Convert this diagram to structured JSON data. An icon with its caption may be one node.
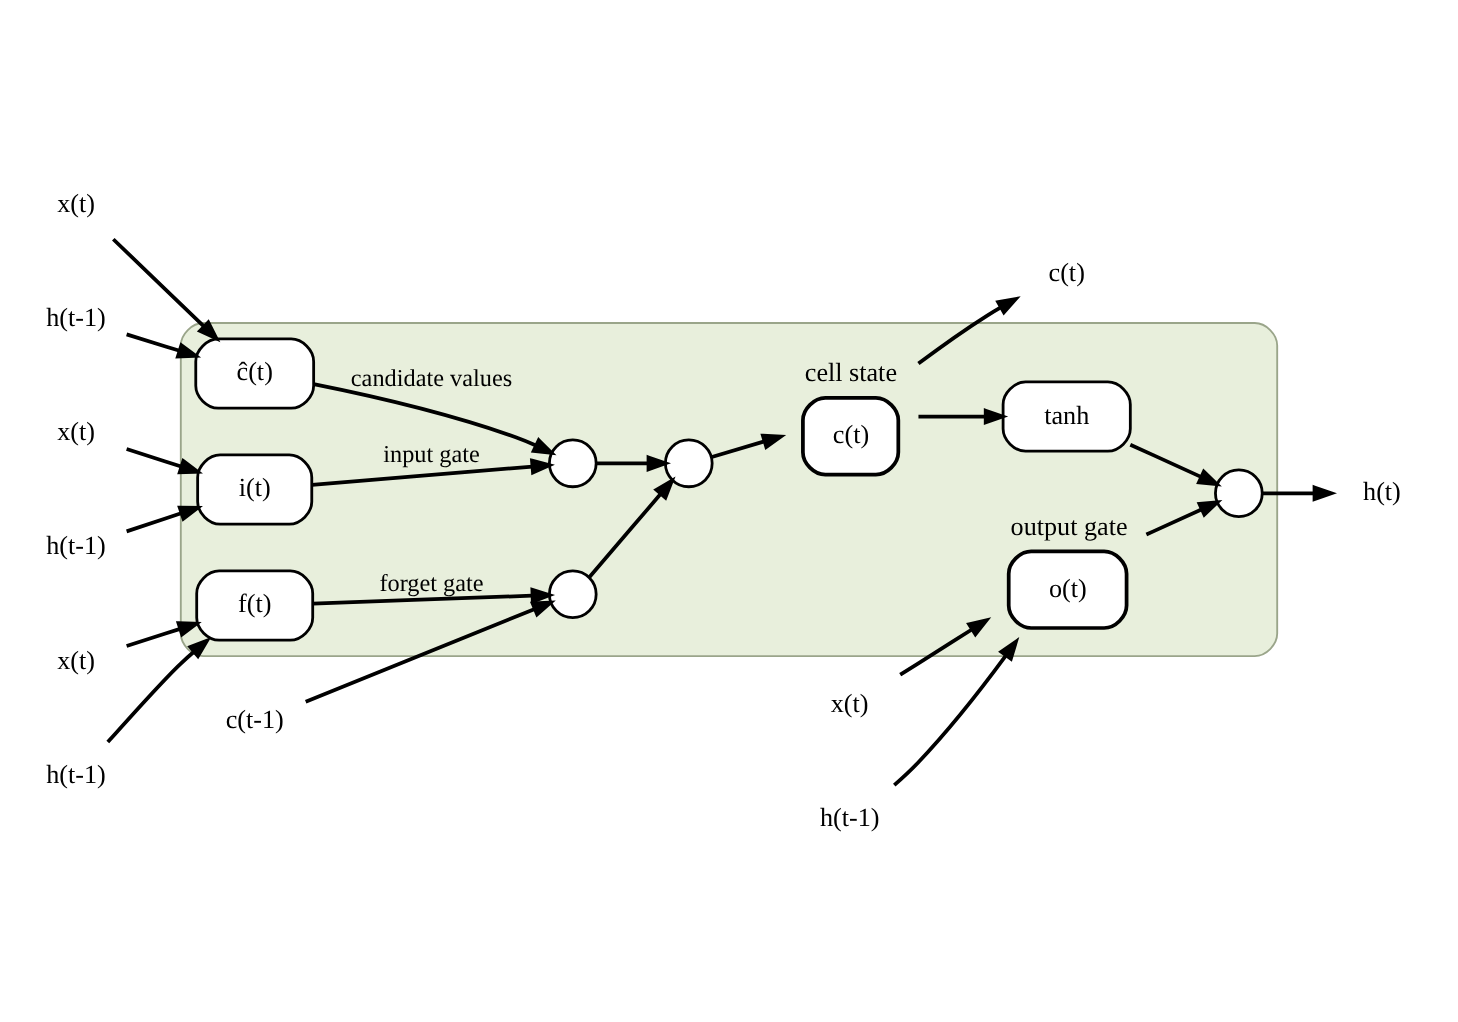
{
  "diagram": {
    "nodes": [
      {
        "text": [
          "x(t)"
        ]
      },
      {
        "text": [
          "h(t-1)"
        ]
      },
      {
        "text": [
          "x(t)"
        ]
      },
      {
        "text": [
          "h(t-1)"
        ]
      },
      {
        "text": [],
        "shape": "box"
      },
      {
        "text": [
          "ĉ(t)"
        ],
        "in": 4
      },
      {
        "text": [
          "i(t)"
        ],
        "in": 4
      },
      {
        "text": [],
        "shape": "circle",
        "in": 4
      },
      {
        "text": [
          "c(t-1)"
        ]
      },
      {
        "text": [],
        "shape": "circle",
        "in": 4
      },
      {
        "text": [],
        "shape": "circle",
        "in": 4
      },
      {
        "text": [
          "c(t)"
        ],
        "in": 4,
        "beside": [
          "cell state"
        ]
      },
      {
        "text": [
          "c(t)"
        ]
      },
      {
        "text": [
          "tanh"
        ],
        "in": 4
      },
      {
        "text": [
          "f(t)"
        ],
        "in": 4
      },
      {
        "text": [
          "o(t)"
        ],
        "in": 4,
        "beside": [
          "output gate"
        ]
      },
      {
        "text": [],
        "shape": "circle",
        "in": 4
      },
      {
        "text": [
          "h(t)"
        ]
      },
      {
        "text": [
          "x(t)"
        ]
      },
      {
        "text": [
          "h(t-1)"
        ]
      },
      {
        "text": [
          "x(t)"
        ]
      },
      {
        "text": [
          "h(t-1)"
        ]
      }
    ],
    "edges": [
      {
        "from": 0,
        "to": 5,
        "arrow": "to"
      },
      {
        "from": 1,
        "to": 5,
        "arrow": "to"
      },
      {
        "from": 2,
        "to": 6,
        "arrow": "to"
      },
      {
        "from": 3,
        "to": 6,
        "arrow": "to"
      },
      {
        "from": 5,
        "to": 7,
        "arrow": "to",
        "label": "candidate values"
      },
      {
        "from": 6,
        "to": 7,
        "arrow": "to",
        "label": "input gate"
      },
      {
        "from": 7,
        "to": 10,
        "arrow": "to"
      },
      {
        "from": 8,
        "to": 9,
        "arrow": "to"
      },
      {
        "from": 9,
        "to": 10,
        "arrow": "to"
      },
      {
        "from": 10,
        "to": 11,
        "arrow": "to"
      },
      {
        "from": 11,
        "to": 12,
        "arrow": "to"
      },
      {
        "from": 11,
        "to": 13,
        "arrow": "to"
      },
      {
        "from": 13,
        "to": 16,
        "arrow": "to"
      },
      {
        "from": 14,
        "to": 9,
        "arrow": "to",
        "label": "forget gate"
      },
      {
        "from": 15,
        "to": 16,
        "arrow": "to"
      },
      {
        "from": 16,
        "to": 17,
        "arrow": "to"
      },
      {
        "from": 18,
        "to": 14,
        "arrow": "to"
      },
      {
        "from": 19,
        "to": 14,
        "arrow": "to"
      },
      {
        "from": 20,
        "to": 15,
        "arrow": "to"
      },
      {
        "from": 21,
        "to": 15,
        "arrow": "to"
      }
    ]
  }
}
